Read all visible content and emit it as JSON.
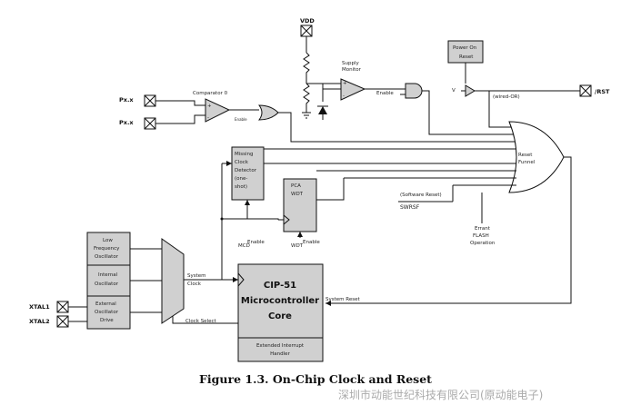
{
  "pins": {
    "vdd": "VDD",
    "px_a": "Px.x",
    "px_b": "Px.x",
    "xtal1": "XTAL1",
    "xtal2": "XTAL2",
    "rst": "/RST"
  },
  "labels": {
    "supply_monitor_1": "Supply",
    "supply_monitor_2": "Monitor",
    "comparator": "Comparator 0",
    "cmp_enable": "Enable",
    "supply_enable": "Enable",
    "wired_or": "(wired-OR)",
    "software_reset": "(Software Reset)",
    "swrsf": "SWRSF",
    "errant_1": "Errant",
    "errant_2": "FLASH",
    "errant_3": "Operation",
    "system_clock_1": "System",
    "system_clock_2": "Clock",
    "clock_select": "Clock Select",
    "system_reset": "System Reset",
    "mcd_enable": "Enable",
    "wdt_enable": "Enable",
    "mcd_short": "MCD",
    "wdt_short": "WDT",
    "v_plus": "+",
    "v_minus": "-",
    "c_plus": "+",
    "c_minus": "-"
  },
  "blocks": {
    "power_on_reset": [
      "Power On",
      "Reset"
    ],
    "reset_funnel": [
      "Reset",
      "Funnel"
    ],
    "missing_clock": [
      "Missing",
      "Clock",
      "Detector",
      "(one-",
      "shot)"
    ],
    "pca_wdt": [
      "PCA",
      "WDT"
    ],
    "low_freq_osc": [
      "Low",
      "Frequency",
      "Oscillator"
    ],
    "internal_osc": [
      "Internal",
      "Oscillator"
    ],
    "external_osc": [
      "External",
      "Oscillator",
      "Drive"
    ],
    "core": [
      "CIP-51",
      "Microcontroller",
      "Core"
    ],
    "ext_interrupt": [
      "Extended Interrupt",
      "Handler"
    ]
  },
  "caption": "Figure 1.3. On-Chip Clock and Reset",
  "watermark": "深圳市动能世纪科技有限公司(原动能电子)"
}
